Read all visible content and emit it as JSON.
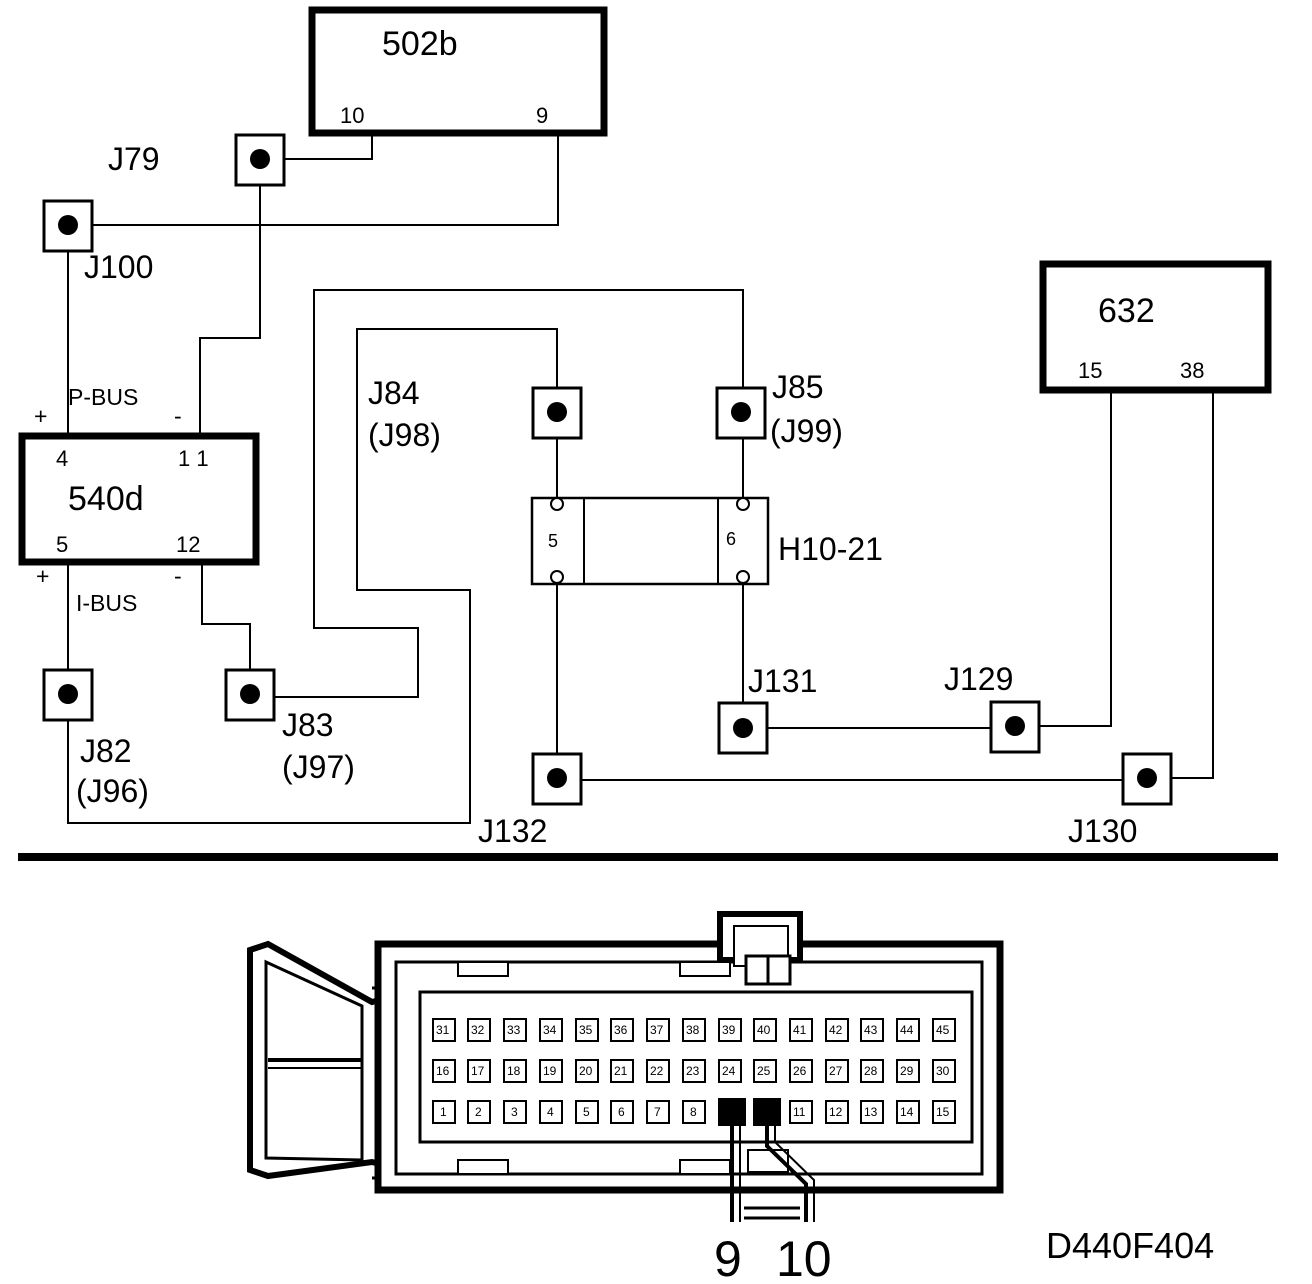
{
  "modules": {
    "m502b": {
      "name": "502b",
      "pin_left": "10",
      "pin_right": "9"
    },
    "m540d": {
      "name": "540d",
      "pin_tl": "4",
      "pin_tr": "1 1",
      "pin_bl": "5",
      "pin_br": "12"
    },
    "m632": {
      "name": "632",
      "pin_left": "15",
      "pin_right": "38"
    }
  },
  "junctions": {
    "j79": "J79",
    "j100": "J100",
    "j82": "J82",
    "j82b": "(J96)",
    "j83": "J83",
    "j83b": "(J97)",
    "j84": "J84",
    "j84b": "(J98)",
    "j85": "J85",
    "j85b": "(J99)",
    "j131": "J131",
    "j129": "J129",
    "j132": "J132",
    "j130": "J130"
  },
  "bus": {
    "p_bus": "P-BUS",
    "i_bus": "I-BUS",
    "plus": "+",
    "minus": "-"
  },
  "h10": {
    "name": "H10-21",
    "pin5": "5",
    "pin6": "6"
  },
  "connector": {
    "row_top": [
      "31",
      "32",
      "33",
      "34",
      "35",
      "36",
      "37",
      "38",
      "39",
      "40",
      "41",
      "42",
      "43",
      "44",
      "45"
    ],
    "row_mid": [
      "16",
      "17",
      "18",
      "19",
      "20",
      "21",
      "22",
      "23",
      "24",
      "25",
      "26",
      "27",
      "28",
      "29",
      "30"
    ],
    "row_bot": [
      "1",
      "2",
      "3",
      "4",
      "5",
      "6",
      "7",
      "8",
      "",
      "",
      "11",
      "12",
      "13",
      "14",
      "15"
    ],
    "lead_left": "9",
    "lead_right": "10"
  },
  "figure_id": "D440F404"
}
